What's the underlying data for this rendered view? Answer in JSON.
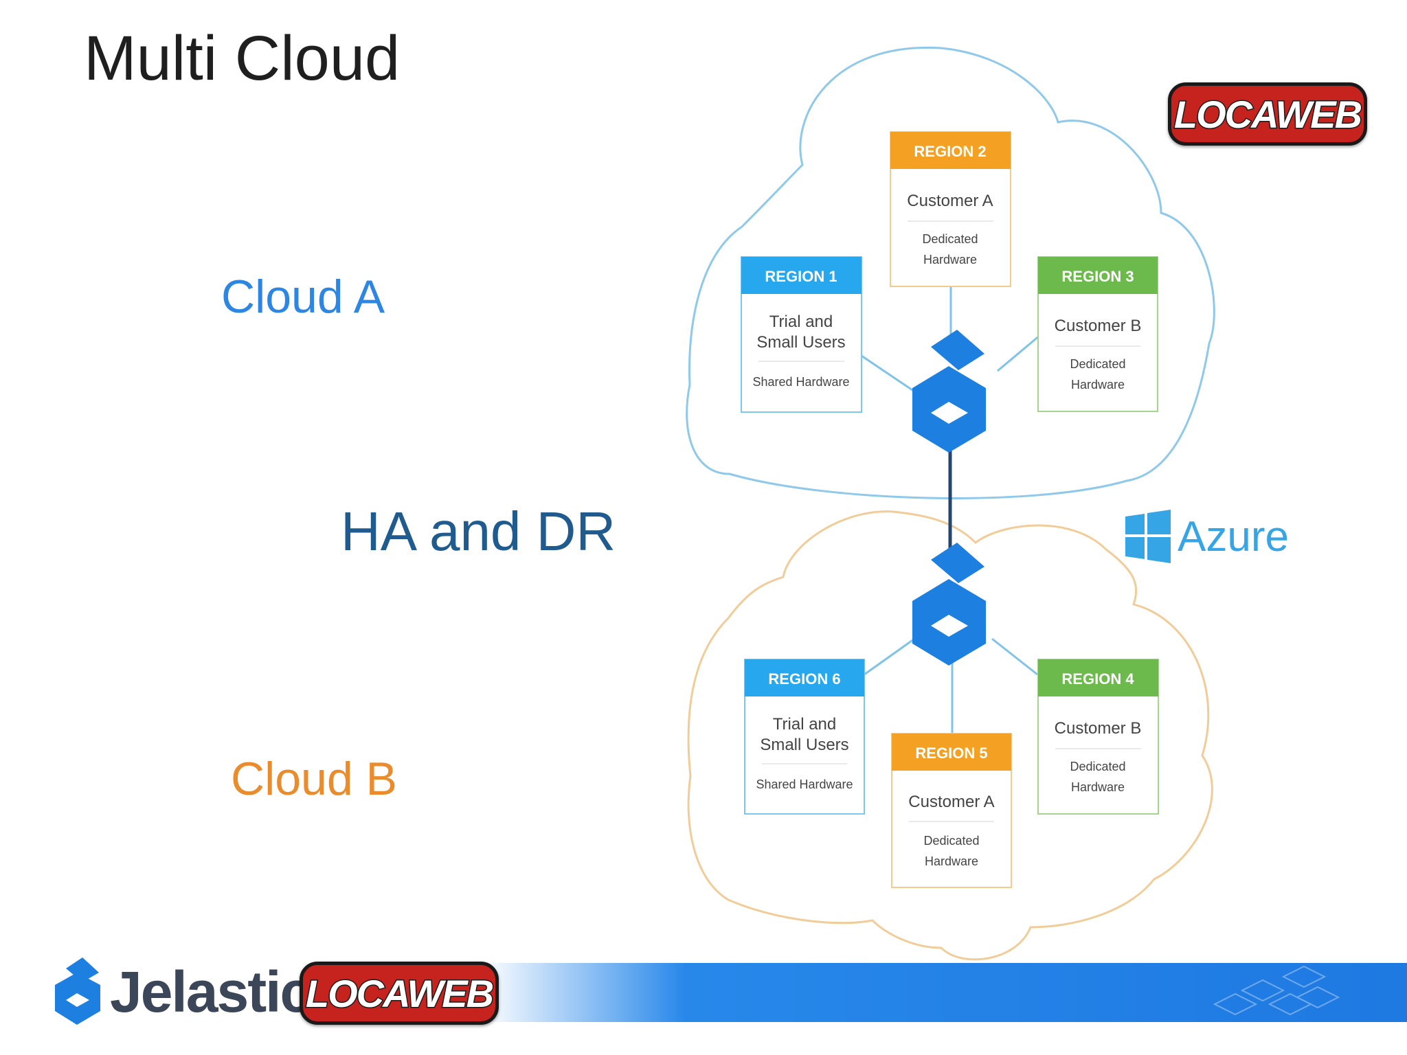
{
  "title": "Multi Cloud",
  "labels": {
    "cloud_a": "Cloud A",
    "ha_dr": "HA and DR",
    "cloud_b": "Cloud B"
  },
  "brands": {
    "locaweb": "LOCAWEB",
    "azure": "Azure",
    "jelastic": "Jelastic"
  },
  "colors": {
    "cloud_a_outline": "#8ec8ea",
    "cloud_b_outline": "#f1cc98",
    "region_blue": "#27a7ed",
    "region_orange": "#f4a023",
    "region_green": "#6cb94c",
    "jelastic_blue": "#1d7fe0",
    "locaweb_red": "#c6231e",
    "azure_blue": "#36a5e6"
  },
  "cloud_a": {
    "regions": [
      {
        "header": "REGION 1",
        "color": "blue",
        "main": [
          "Trial and",
          "Small Users"
        ],
        "sub": [
          "Shared Hardware"
        ]
      },
      {
        "header": "REGION 2",
        "color": "orange",
        "main": [
          "Customer A"
        ],
        "sub": [
          "Dedicated",
          "Hardware"
        ]
      },
      {
        "header": "REGION 3",
        "color": "green",
        "main": [
          "Customer B"
        ],
        "sub": [
          "Dedicated",
          "Hardware"
        ]
      }
    ]
  },
  "cloud_b": {
    "regions": [
      {
        "header": "REGION 6",
        "color": "blue",
        "main": [
          "Trial and",
          "Small Users"
        ],
        "sub": [
          "Shared Hardware"
        ]
      },
      {
        "header": "REGION 5",
        "color": "orange",
        "main": [
          "Customer A"
        ],
        "sub": [
          "Dedicated",
          "Hardware"
        ]
      },
      {
        "header": "REGION 4",
        "color": "green",
        "main": [
          "Customer B"
        ],
        "sub": [
          "Dedicated",
          "Hardware"
        ]
      }
    ]
  }
}
